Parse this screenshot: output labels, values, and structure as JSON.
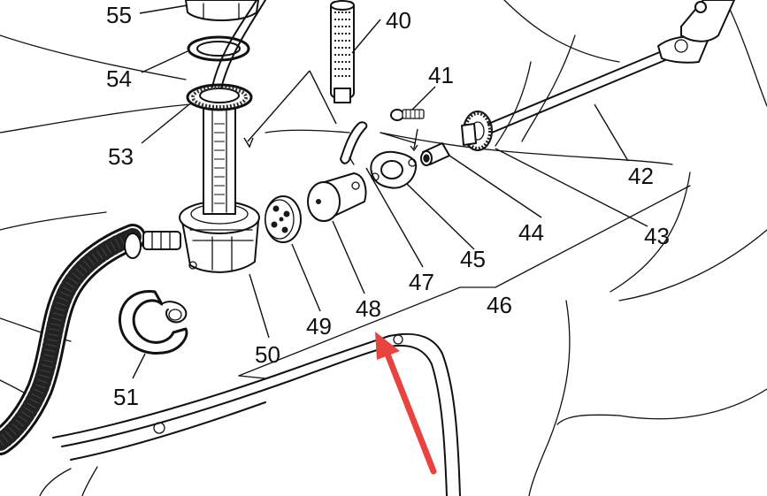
{
  "parts": {
    "p40": "40",
    "p41": "41",
    "p42": "42",
    "p43": "43",
    "p44": "44",
    "p45": "45",
    "p46": "46",
    "p47": "47",
    "p48": "48",
    "p49": "49",
    "p50": "50",
    "p51": "51",
    "p53": "53",
    "p54": "54",
    "p55": "55"
  },
  "colors": {
    "ink": "#111111",
    "paper": "#ffffff",
    "arrow": "#e8443f"
  }
}
